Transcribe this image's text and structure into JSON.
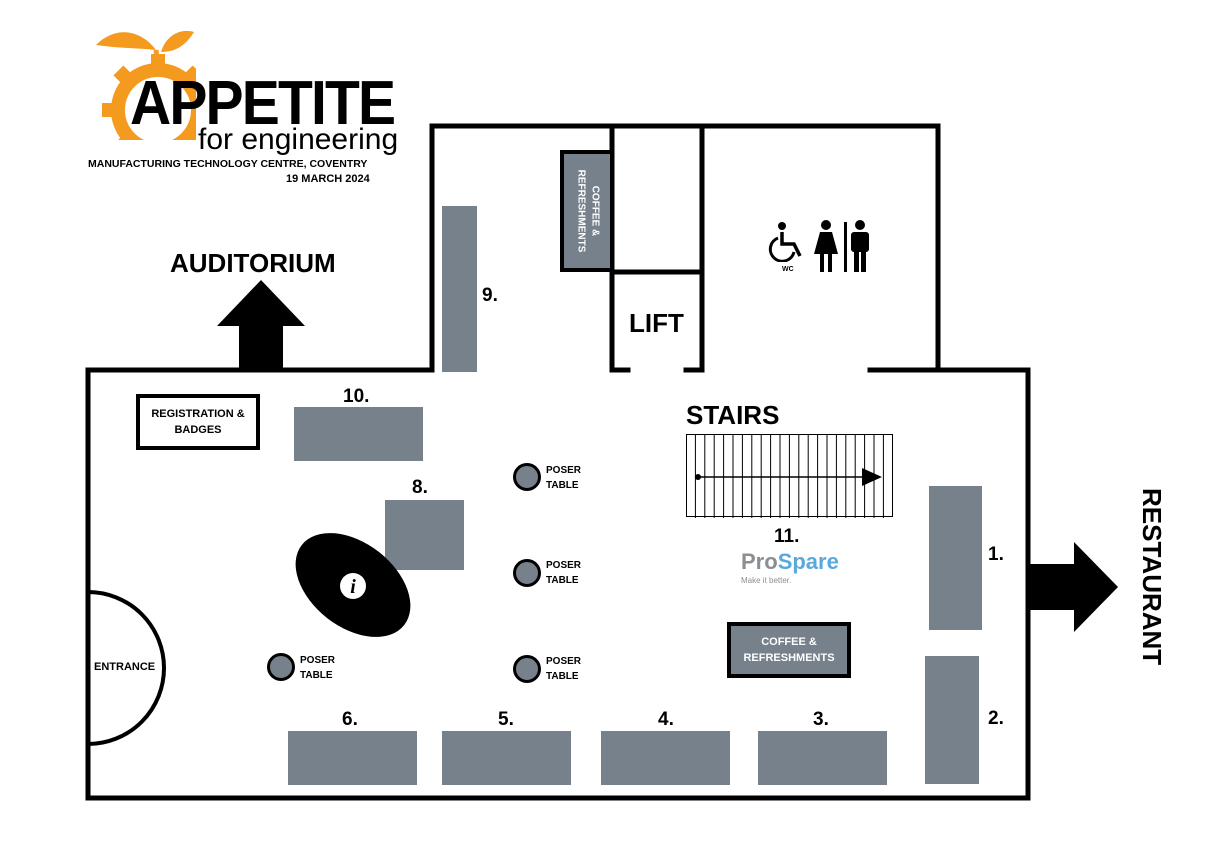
{
  "logo": {
    "title": "APPETITE",
    "subtitle": "for engineering",
    "venue": "MANUFACTURING TECHNOLOGY CENTRE, COVENTRY",
    "date": "19 MARCH 2024",
    "accent_color": "#f39a1f"
  },
  "directions": {
    "auditorium": "AUDITORIUM",
    "restaurant": "RESTAURANT"
  },
  "rooms": {
    "lift": "LIFT",
    "stairs": "STAIRS",
    "wc": "WC",
    "entrance": "ENTRANCE",
    "registration": [
      "REGISTRATION &",
      "BADGES"
    ],
    "coffee_top": [
      "COFFEE &",
      "REFRESHMENTS"
    ],
    "coffee_main": [
      "COFFEE &",
      "REFRESHMENTS"
    ]
  },
  "stands": [
    {
      "number": "1."
    },
    {
      "number": "2."
    },
    {
      "number": "3."
    },
    {
      "number": "4."
    },
    {
      "number": "5."
    },
    {
      "number": "6."
    },
    {
      "number": "8."
    },
    {
      "number": "9."
    },
    {
      "number": "10."
    },
    {
      "number": "11."
    }
  ],
  "exhibitor": {
    "name_pro": "Pro",
    "name_spare": "Spare",
    "tagline": "Make it better.",
    "pro_color": "#8a8f94",
    "spare_color": "#5aa9dc"
  },
  "poser_tables": [
    {
      "line1": "POSER",
      "line2": "TABLE"
    },
    {
      "line1": "POSER",
      "line2": "TABLE"
    },
    {
      "line1": "POSER",
      "line2": "TABLE"
    },
    {
      "line1": "POSER",
      "line2": "TABLE"
    }
  ],
  "info_icon": "info-icon",
  "stand_color": "#76818b"
}
